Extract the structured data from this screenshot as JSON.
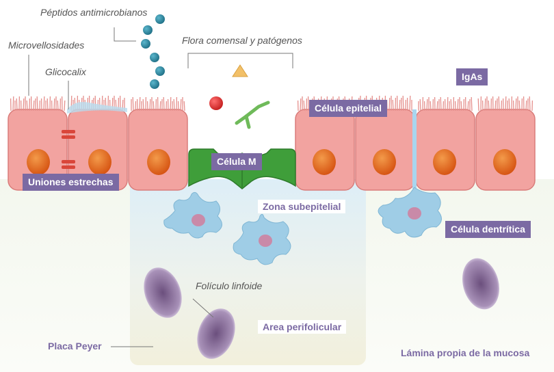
{
  "labels": {
    "peptidos": "Péptidos antimicrobianos",
    "microvellosidades": "Microvellosidades",
    "glicocalix": "Glicocalix",
    "flora": "Flora comensal y patógenos",
    "igas": "IgAs",
    "celula_epitelial": "Célula epitelial",
    "celula_m": "Célula M",
    "uniones": "Uniones estrechas",
    "zona_subepitelial": "Zona subepitelial",
    "celula_dendritica": "Célula dentrítica",
    "foliculo": "Folículo linfoide",
    "area_perifolicular": "Area perifolicular",
    "placa_peyer": "Placa Peyer",
    "lamina_propia": "Lámina propia de la mucosa"
  },
  "colors": {
    "epithelial_cell": "#f2a3a0",
    "nucleus": "#e8601c",
    "m_cell": "#3f9e3a",
    "label_box": "#7b6aa3",
    "peptide_dot": "#2f8aa3",
    "dendritic_cell": "#9fcde6",
    "follicle": "#8a6a98",
    "igas_stream": "#a9d6ef"
  }
}
